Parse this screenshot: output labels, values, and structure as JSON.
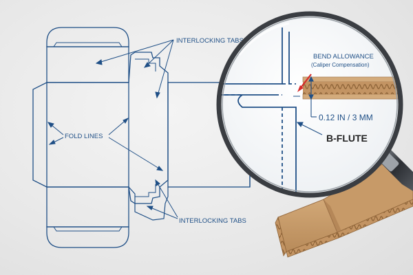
{
  "labels": {
    "interlocking_tabs_top": "INTERLOCKING TABS",
    "fold_lines": "FOLD LINES",
    "interlocking_tabs_bottom": "INTERLOCKING TABS",
    "bend_allowance": "BEND ALLOWANCE",
    "caliper_compensation": "(Caliper Compensation)",
    "thickness": "0.12 IN / 3 MM",
    "flute": "B-FLUTE"
  },
  "colors": {
    "line": "#1f4f86",
    "accent_arrow": "#d62b2b",
    "cardboard": "#c69c6d",
    "cardboard_dark": "#a87c4f",
    "magnifier_rim": "#3a3d42",
    "background": "#e9e9e9"
  },
  "icons": {
    "magnifier": "magnifying-glass-icon",
    "cardboard_sample": "cardboard-piece-icon"
  }
}
